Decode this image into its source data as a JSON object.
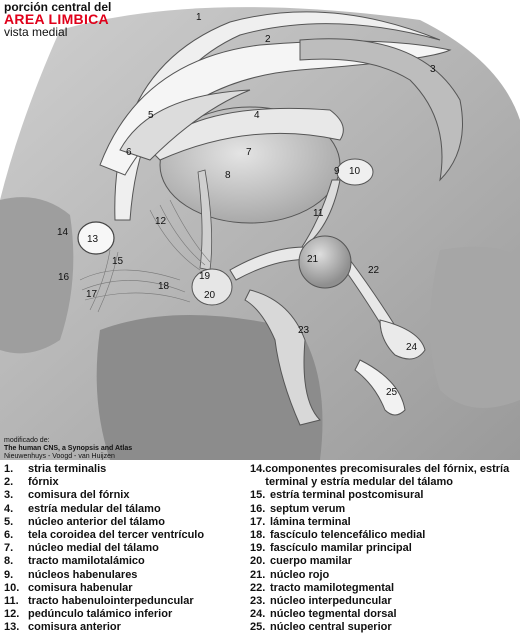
{
  "header": {
    "line1": "porción central del",
    "line2": "AREA LIMBICA",
    "line3": "vista medial"
  },
  "credit": {
    "line1": "modificado de:",
    "line2": "The human CNS, a Synopsis and Atlas",
    "line3": "Nieuwenhuys - Voogd - van Huijzen"
  },
  "colors": {
    "title_accent": "#e0001a",
    "text": "#111111",
    "background": "#ffffff"
  },
  "labels": [
    "1",
    "2",
    "3",
    "4",
    "5",
    "6",
    "7",
    "8",
    "9",
    "10",
    "11",
    "12",
    "13",
    "14",
    "15",
    "16",
    "17",
    "18",
    "19",
    "20",
    "21",
    "22",
    "23",
    "24",
    "25"
  ],
  "legend": {
    "left": [
      {
        "n": "1.",
        "t": "stria terminalis"
      },
      {
        "n": "2.",
        "t": "fórnix"
      },
      {
        "n": "3.",
        "t": "comisura del fórnix"
      },
      {
        "n": "4.",
        "t": "estría medular del tálamo"
      },
      {
        "n": "5.",
        "t": "núcleo anterior del tálamo"
      },
      {
        "n": "6.",
        "t": "tela coroidea del tercer ventrículo"
      },
      {
        "n": "7.",
        "t": "núcleo medial del tálamo"
      },
      {
        "n": "8.",
        "t": "tracto mamilotalámico"
      },
      {
        "n": "9.",
        "t": "núcleos habenulares"
      },
      {
        "n": "10.",
        "t": "comisura habenular"
      },
      {
        "n": "11.",
        "t": "tracto habenulointerpeduncular"
      },
      {
        "n": "12.",
        "t": "pedúnculo talámico inferior"
      },
      {
        "n": "13.",
        "t": "comisura anterior"
      }
    ],
    "right": [
      {
        "n": "14.",
        "t": "componentes precomisurales del fórnix, estría terminal y estría medular del tálamo"
      },
      {
        "n": "15.",
        "t": "estría terminal postcomisural"
      },
      {
        "n": "16.",
        "t": "septum verum"
      },
      {
        "n": "17.",
        "t": "lámina terminal"
      },
      {
        "n": "18.",
        "t": "fascículo telencefálico medial"
      },
      {
        "n": "19.",
        "t": "fascículo mamilar principal"
      },
      {
        "n": "20.",
        "t": "cuerpo mamilar"
      },
      {
        "n": "21.",
        "t": "núcleo rojo"
      },
      {
        "n": "22.",
        "t": "tracto mamilotegmental"
      },
      {
        "n": "23.",
        "t": "núcleo interpeduncular"
      },
      {
        "n": "24.",
        "t": "núcleo tegmental dorsal"
      },
      {
        "n": "25.",
        "t": "núcleo central superior"
      }
    ]
  }
}
